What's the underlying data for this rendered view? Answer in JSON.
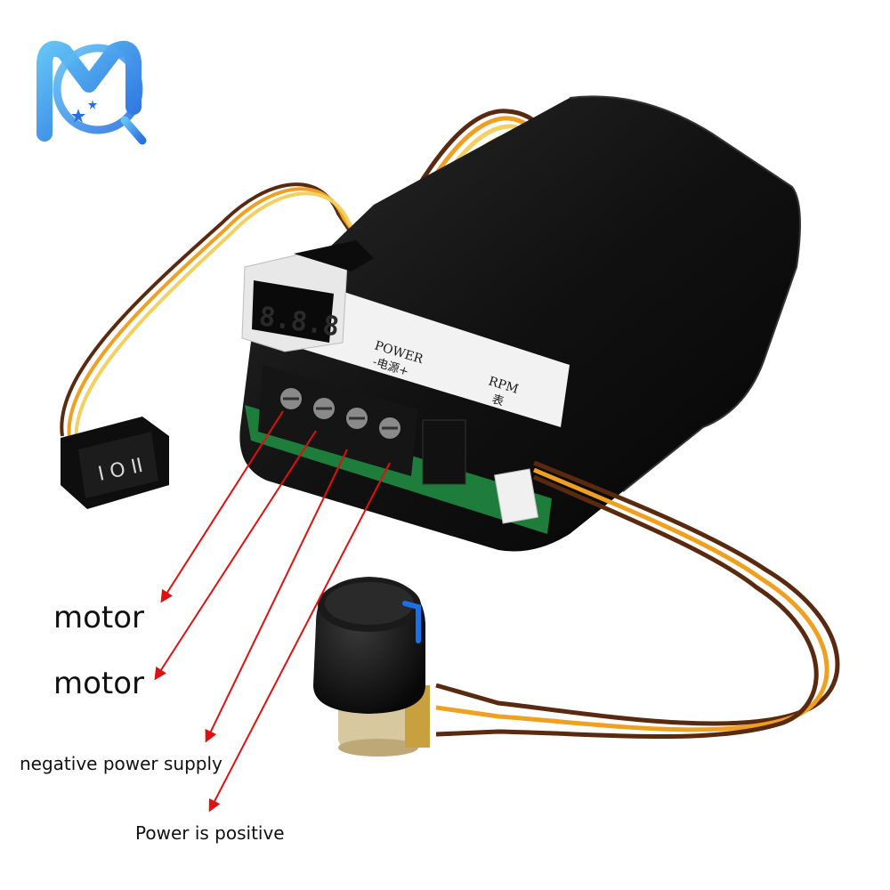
{
  "logo": {
    "letters": "MQ",
    "colors": {
      "primary": "#2a8fe6",
      "secondary": "#62c2f4"
    },
    "icon": "mq-logo"
  },
  "device": {
    "name_icon": "pwm-motor-speed-controller",
    "display_digits": "8.8.8",
    "panel_labels": {
      "power_en": "POWER",
      "power_cn": "-电源+",
      "rpm": "RPM",
      "rpm_cn": "表"
    },
    "switch_symbols": "I O II"
  },
  "labels": {
    "motor_1": "motor",
    "motor_2": "motor",
    "negative": "negative power supply",
    "positive": "Power is positive"
  },
  "colors": {
    "arrow": "#e01010",
    "housing": "#111111",
    "pcb": "#1e7d3a",
    "wire_orange": "#f0a020",
    "wire_yellow": "#f3d060",
    "wire_brown": "#5a2a10",
    "knob_accent": "#1c6fe8"
  }
}
